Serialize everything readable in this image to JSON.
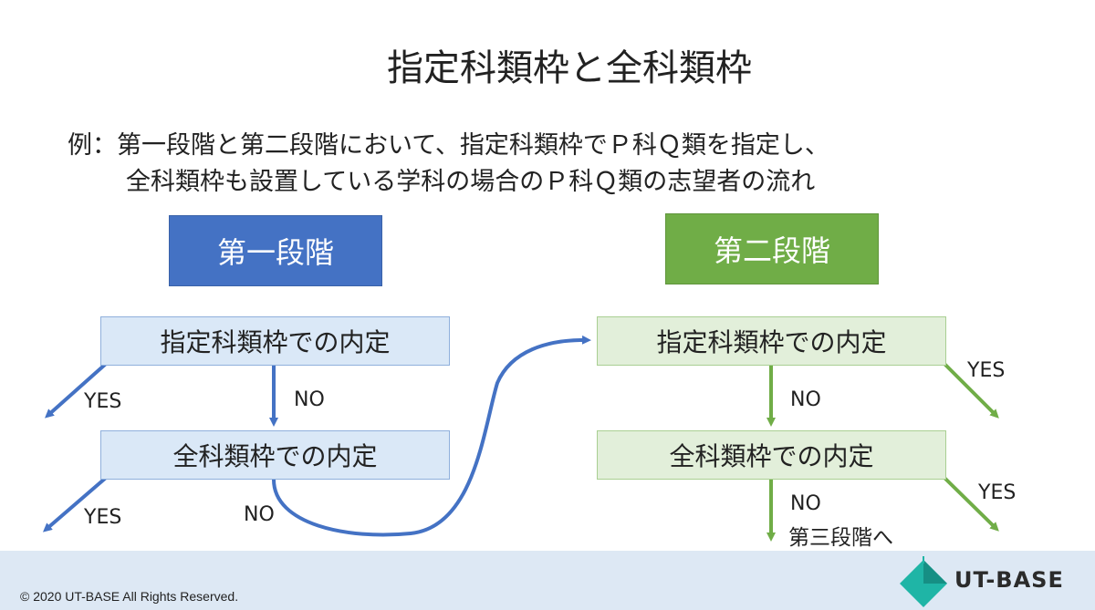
{
  "title": "指定科類枠と全科類枠",
  "intro": {
    "line1": "例：第一段階と第二段階において、指定科類枠でＰ科Ｑ類を指定し、",
    "line2": "全科類枠も設置している学科の場合のＰ科Ｑ類の志望者の流れ"
  },
  "stage1": {
    "label": "第一段階",
    "box1": "指定科類枠での内定",
    "box2": "全科類枠での内定",
    "yes1": "YES",
    "no1": "NO",
    "yes2": "YES",
    "no2": "NO"
  },
  "stage2": {
    "label": "第二段階",
    "box1": "指定科類枠での内定",
    "box2": "全科類枠での内定",
    "yes1": "YES",
    "no1": "NO",
    "yes2": "YES",
    "no2": "NO",
    "next": "第三段階へ"
  },
  "footer": {
    "copyright": "© 2020 UT-BASE All Rights Reserved.",
    "logo": "UT-BASE"
  },
  "colors": {
    "blue": "#4472c4",
    "green": "#70ad47",
    "blue_box": "#dae8f7",
    "green_box": "#e2efda",
    "footer": "#dde8f4",
    "logo_teal": "#1fb5a6"
  }
}
